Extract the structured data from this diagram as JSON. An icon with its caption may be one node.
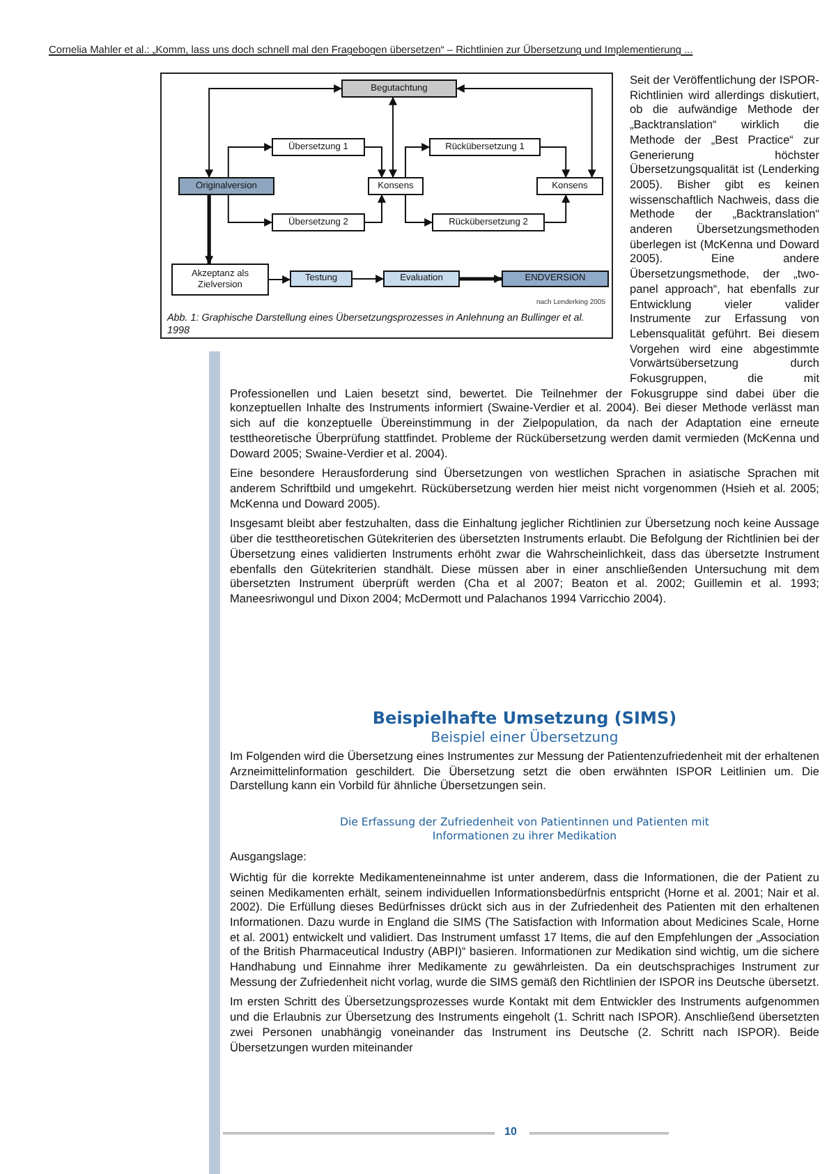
{
  "diagram": {
    "caption": "Abb. 1: Graphische Darstellung eines Übersetzungsprozesses in Anlehnung an Bullinger et al. 1998",
    "nodes": [
      {
        "text": [
          "Begutachtung"
        ]
      },
      {
        "text": [
          "Übersetzung 1"
        ]
      },
      {
        "text": [
          "Rückübersetzung 1"
        ]
      },
      {
        "text": [
          "Originalversion"
        ]
      },
      {
        "text": [
          "Konsens"
        ]
      },
      {
        "text": [
          "Konsens"
        ]
      },
      {
        "text": [
          "Übersetzung 2"
        ]
      },
      {
        "text": [
          "Rückübersetzung 2"
        ]
      },
      {
        "text": [
          "Akzeptanz als Zielversion"
        ]
      },
      {
        "text": [
          "Testung"
        ]
      },
      {
        "text": [
          "Evaluation"
        ]
      },
      {
        "text": [
          "ENDVERSION"
        ]
      }
    ],
    "edges": [
      {
        "from": 0,
        "to": 3,
        "arrow": "both"
      },
      {
        "from": 0,
        "to": 4,
        "arrow": "both"
      },
      {
        "from": 0,
        "to": 5,
        "arrow": "both"
      },
      {
        "from": 3,
        "to": 1,
        "arrow": "to"
      },
      {
        "from": 3,
        "to": 6,
        "arrow": "to"
      },
      {
        "from": 1,
        "to": 4,
        "arrow": "to"
      },
      {
        "from": 6,
        "to": 4,
        "arrow": "to"
      },
      {
        "from": 4,
        "to": 2,
        "arrow": "to"
      },
      {
        "from": 4,
        "to": 7,
        "arrow": "to"
      },
      {
        "from": 2,
        "to": 5,
        "arrow": "to"
      },
      {
        "from": 7,
        "to": 5,
        "arrow": "to"
      },
      {
        "from": 3,
        "to": 8,
        "arrow": "to",
        "style": "thick"
      },
      {
        "from": 8,
        "to": 9,
        "arrow": "to"
      },
      {
        "from": 9,
        "to": 10,
        "arrow": "to"
      },
      {
        "from": 10,
        "to": 11,
        "arrow": "to",
        "style": "thick"
      }
    ],
    "labels": [
      "Cornelia Mahler et al.: „Komm, lass uns doch schnell mal den Fragebogen übersetzen“ – Richtlinien zur Übersetzung und Implementierung ...",
      "Seit der Veröffentlichung der ISPOR-Richtlinien wird allerdings diskutiert, ob die aufwändige Methode der „Backtranslation“ wirklich die Methode der „Best Practice“ zur Generierung höchster Übersetzungsqualität ist (Lenderking 2005). Bisher gibt es keinen wissenschaftlich Nachweis, dass die Methode der „Backtranslation“ anderen Übersetzungsmethoden überlegen ist (McKenna und Doward 2005). Eine andere Übersetzungsmethode, der „two-panel approach“, hat ebenfalls zur Entwicklung vieler valider Instrumente zur Erfassung von Lebensqualität geführt. Bei diesem Vorgehen wird eine abgestimmte Vorwärtsübersetzung durch Fokusgruppen, die mit Professionellen und Laien besetzt sind, bewertet. Die Teilnehmer der Fokusgruppe sind dabei über die konzeptuellen Inhalte des Instruments informiert (Swaine-Verdier et al. 2004). Bei dieser Methode verlässt man sich auf die konzeptuelle Übereinstimmung in der Zielpopulation, da nach der Adaptation eine erneute testtheoretische Überprüfung stattfindet. Probleme der Rückübersetzung werden damit vermieden (McKenna und Doward 2005; Swaine-Verdier et al. 2004).",
      "Eine besondere Herausforderung sind Übersetzungen von westlichen Sprachen in asiatische Sprachen mit anderem Schriftbild und umgekehrt. Rückübersetzung werden hier meist nicht vorgenommen (Hsieh et al. 2005; McKenna und Doward 2005).",
      "Insgesamt bleibt aber festzuhalten, dass die Einhaltung jeglicher Richtlinien zur Übersetzung noch keine Aussage über die testtheoretischen Gütekriterien des übersetzten Instruments erlaubt. Die Befolgung der Richtlinien bei der Übersetzung eines validierten Instruments erhöht zwar die Wahrscheinlichkeit, dass das übersetzte Instrument ebenfalls den Gütekriterien standhält. Diese müssen aber in einer anschließenden Untersuchung mit dem übersetzten Instrument überprüft werden (Cha et al 2007; Beaton et al. 2002; Guillemin et al. 1993; Maneesriwongul und Dixon 2004; McDermott und Palachanos 1994 Varricchio 2004).",
      "Beispielhafte Umsetzung (SIMS)",
      "Beispiel einer Übersetzung",
      "Im Folgenden wird die Übersetzung eines Instrumentes zur Messung der Patientenzufriedenheit mit der erhaltenen Arzneimittelinformation geschildert. Die Übersetzung setzt die oben erwähnten ISPOR Leitlinien um. Die Darstellung kann ein Vorbild für ähnliche Übersetzungen sein.",
      "Die Erfassung der Zufriedenheit von Patientinnen und Patienten mit Informationen zu ihrer Medikation",
      "Ausgangslage:",
      "Wichtig für die korrekte Medikamenteneinnahme ist unter anderem, dass die Informationen, die der Patient zu seinen Medikamenten erhält, seinem individuellen Informationsbedürfnis entspricht (Horne et al. 2001; Nair et al. 2002). Die Erfüllung dieses Bedürfnisses drückt sich aus in der Zufriedenheit des Patienten mit den erhaltenen Informationen. Dazu wurde in England die SIMS (The Satisfaction with Information about Medicines Scale, Horne et al. 2001) entwickelt und validiert. Das Instrument umfasst 17 Items, die auf den Empfehlungen der „Association of the British Pharmaceutical Industry (ABPI)“ basieren. Informationen zur Medikation sind wichtig, um die sichere Handhabung und Einnahme ihrer Medikamente zu gewährleisten. Da ein deutschsprachiges Instrument zur Messung der Zufriedenheit nicht vorlag, wurde die SIMS gemäß den Richtlinien der ISPOR ins Deutsche übersetzt.",
      "Im ersten Schritt des Übersetzungsprozesses wurde Kontakt mit dem Entwickler des Instruments aufgenommen und die Erlaubnis zur Übersetzung des Instruments eingeholt (1. Schritt nach ISPOR). Anschließend übersetzten zwei Personen unabhängig voneinander das Instrument ins Deutsche (2. Schritt nach ISPOR). Beide Übersetzungen wurden miteinander",
      "nach Lenderking 2005",
      "10"
    ]
  }
}
